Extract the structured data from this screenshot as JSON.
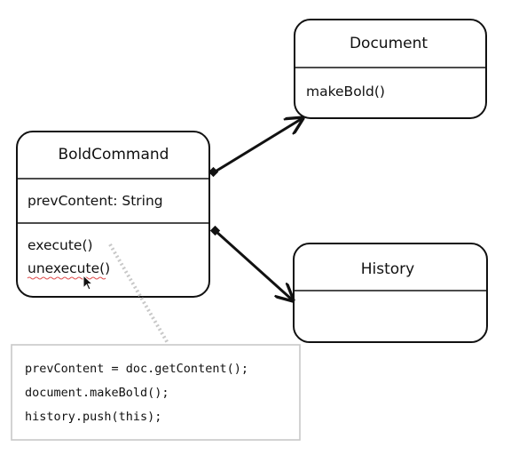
{
  "classes": {
    "document": {
      "title": "Document",
      "methods": [
        "makeBold()"
      ]
    },
    "bold_command": {
      "title": "BoldCommand",
      "fields": [
        "prevContent: String"
      ],
      "methods": [
        "execute()",
        "unexecute()"
      ]
    },
    "history": {
      "title": "History"
    }
  },
  "code_note": {
    "lines": [
      "prevContent = doc.getContent();",
      "document.makeBold();",
      "history.push(this);"
    ]
  },
  "colors": {
    "stroke": "#111111",
    "note_border": "#c8c8c8",
    "note_connector": "#c8c8c8",
    "squiggle": "#e05050"
  }
}
